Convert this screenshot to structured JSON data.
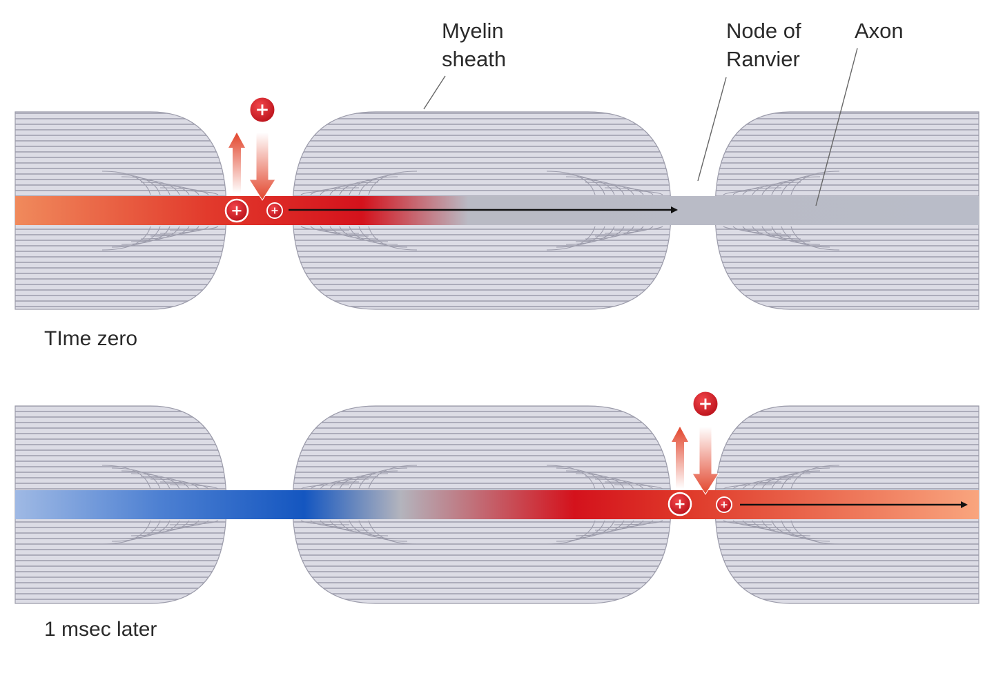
{
  "labels": {
    "myelin_line1": "Myelin",
    "myelin_line2": "sheath",
    "node_line1": "Node of",
    "node_line2": "Ranvier",
    "axon": "Axon"
  },
  "panels": [
    {
      "caption": "TIme zero"
    },
    {
      "caption": "1 msec later"
    }
  ],
  "ion_symbol": "+",
  "colors": {
    "myelin_fill": "#d9d9e2",
    "myelin_line": "#9c9cab",
    "depolarized_red": "#d91a24",
    "ion_outer": "#c8131b",
    "axon_resting_gray": "#b7bac6",
    "repolarized_blue": "#1a5fc0",
    "current_arrow": "#111111"
  },
  "icons": [
    "myelin-sheath-segment",
    "positive-ion-icon",
    "ion-outflow-arrow-icon",
    "ion-inflow-arrow-icon",
    "current-direction-arrow-icon"
  ]
}
